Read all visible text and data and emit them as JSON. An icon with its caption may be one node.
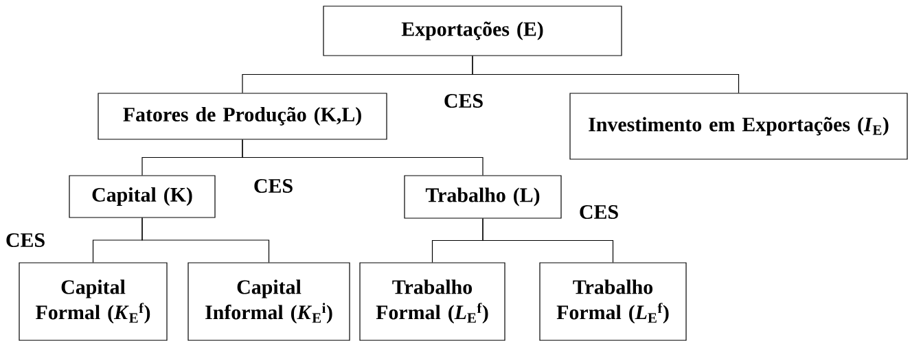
{
  "diagram": {
    "nodes": [
      {
        "text": [
          "Exportações (E)"
        ]
      },
      {
        "text": [
          "Fatores de Produção (K,L)"
        ]
      },
      {
        "text": [
          "Investimento em Exportações (*I*$_{E}$)"
        ]
      },
      {
        "text": [
          "Capital (K)"
        ]
      },
      {
        "text": [
          "Trabalho (L)"
        ]
      },
      {
        "text": [
          "Capital Formal (*K*$_{E}$$^{f}$)"
        ]
      },
      {
        "text": [
          "Capital Informal (*K*$_{E}$$^{i}$)"
        ]
      },
      {
        "text": [
          "Trabalho Formal (*L*$_{E}$$^{f}$)"
        ]
      },
      {
        "text": [
          "Trabalho Formal (*L*$_{E}$$^{f}$)"
        ]
      }
    ],
    "edges": [
      {
        "from": 0,
        "to": 1,
        "arrow": "none"
      },
      {
        "from": 0,
        "to": 2,
        "arrow": "none"
      },
      {
        "from": 1,
        "to": 3,
        "arrow": "none"
      },
      {
        "from": 1,
        "to": 4,
        "arrow": "none"
      },
      {
        "from": 3,
        "to": 5,
        "arrow": "none"
      },
      {
        "from": 3,
        "to": 6,
        "arrow": "none"
      },
      {
        "from": 4,
        "to": 7,
        "arrow": "none"
      },
      {
        "from": 4,
        "to": 8,
        "arrow": "none"
      }
    ],
    "labels": [
      "CES",
      "CES",
      "CES",
      "CES"
    ]
  }
}
